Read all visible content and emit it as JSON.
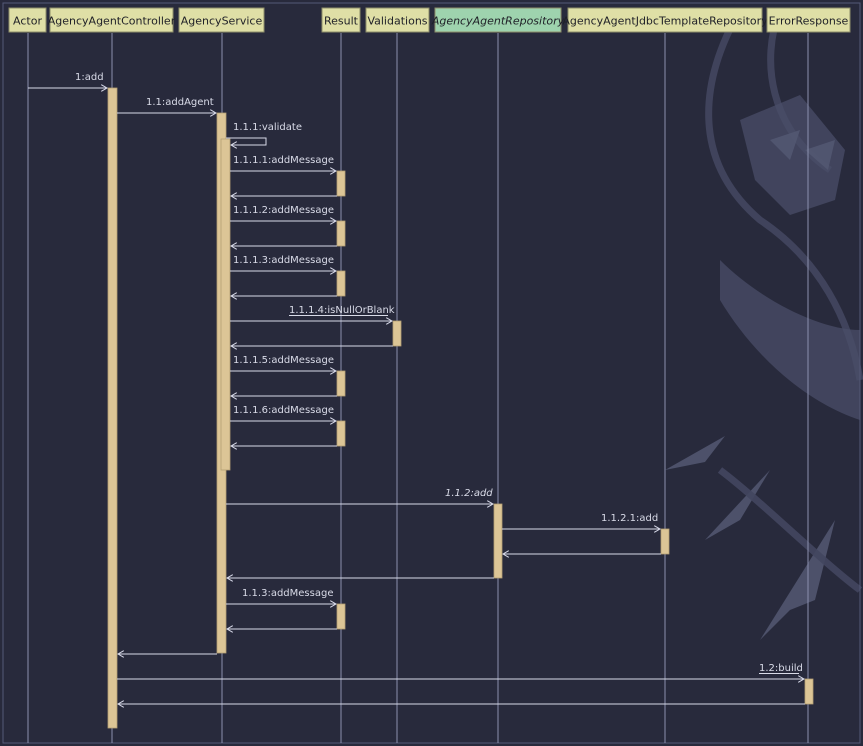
{
  "participants": [
    {
      "id": "actor",
      "label": "Actor",
      "kind": "actor"
    },
    {
      "id": "controller",
      "label": "AgencyAgentController",
      "kind": "class"
    },
    {
      "id": "service",
      "label": "AgencyService",
      "kind": "class"
    },
    {
      "id": "result",
      "label": "Result",
      "kind": "class"
    },
    {
      "id": "validations",
      "label": "Validations",
      "kind": "class"
    },
    {
      "id": "repository",
      "label": "AgencyAgentRepository",
      "kind": "interface"
    },
    {
      "id": "jdbc_repository",
      "label": "AgencyAgentJdbcTemplateRepository",
      "kind": "class"
    },
    {
      "id": "error_response",
      "label": "ErrorResponse",
      "kind": "class"
    }
  ],
  "messages": [
    {
      "label": "1:add",
      "from": "actor",
      "to": "controller"
    },
    {
      "label": "1.1:addAgent",
      "from": "controller",
      "to": "service"
    },
    {
      "label": "1.1.1:validate",
      "from": "service",
      "to": "service",
      "self_call": true
    },
    {
      "label": "1.1.1.1:addMessage",
      "from": "service",
      "to": "result"
    },
    {
      "label": "1.1.1.2:addMessage",
      "from": "service",
      "to": "result"
    },
    {
      "label": "1.1.1.3:addMessage",
      "from": "service",
      "to": "result"
    },
    {
      "label": "1.1.1.4:isNullOrBlank",
      "from": "service",
      "to": "validations",
      "static": true
    },
    {
      "label": "1.1.1.5:addMessage",
      "from": "service",
      "to": "result"
    },
    {
      "label": "1.1.1.6:addMessage",
      "from": "service",
      "to": "result"
    },
    {
      "label": "1.1.2:add",
      "from": "service",
      "to": "repository",
      "abstract": true
    },
    {
      "label": "1.1.2.1:add",
      "from": "repository",
      "to": "jdbc_repository"
    },
    {
      "label": "1.1.3:addMessage",
      "from": "service",
      "to": "result"
    },
    {
      "label": "1.2:build",
      "from": "controller",
      "to": "error_response",
      "static": true
    }
  ],
  "colors": {
    "background": "#282a3c",
    "header_fill": "#dfdfa6",
    "interface_header_fill": "#9ed3ae",
    "activation_fill": "#dcc596",
    "line": "#d7d9e8",
    "lifeline": "#8b90ae"
  }
}
